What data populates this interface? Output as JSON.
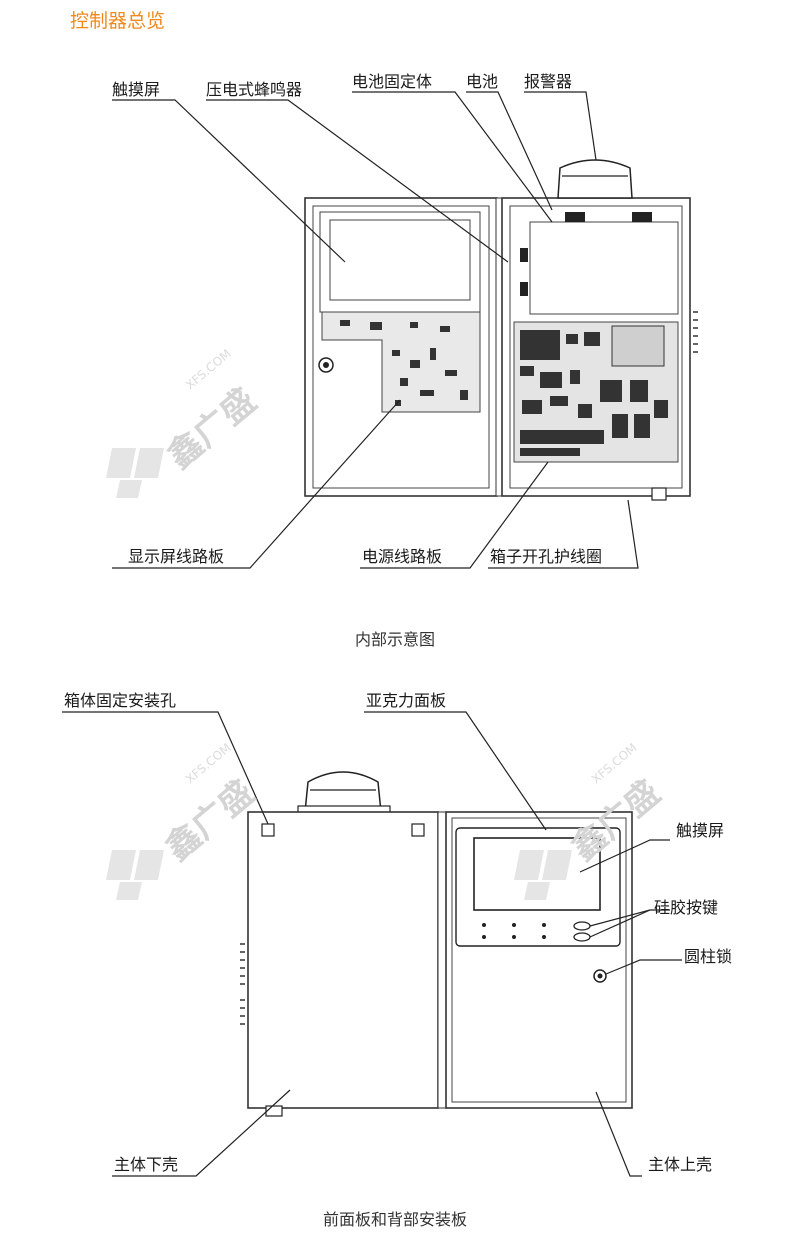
{
  "page": {
    "title": "控制器总览"
  },
  "interior": {
    "caption": "内部示意图",
    "labels": {
      "touchscreen": "触摸屏",
      "buzzer": "压电式蜂鸣器",
      "battery_holder": "电池固定体",
      "battery": "电池",
      "alarm": "报警器",
      "display_board": "显示屏线路板",
      "power_board": "电源线路板",
      "grommet": "箱子开孔护线圈"
    }
  },
  "exterior": {
    "caption": "前面板和背部安装板",
    "labels": {
      "mount_holes": "箱体固定安装孔",
      "acrylic_panel": "亚克力面板",
      "touchscreen": "触摸屏",
      "silicone_keys": "硅胶按键",
      "cylinder_lock": "圆柱锁",
      "lower_shell": "主体下壳",
      "upper_shell": "主体上壳"
    }
  },
  "watermark": {
    "text": "鑫广盛",
    "sub": "XFS.COM"
  }
}
